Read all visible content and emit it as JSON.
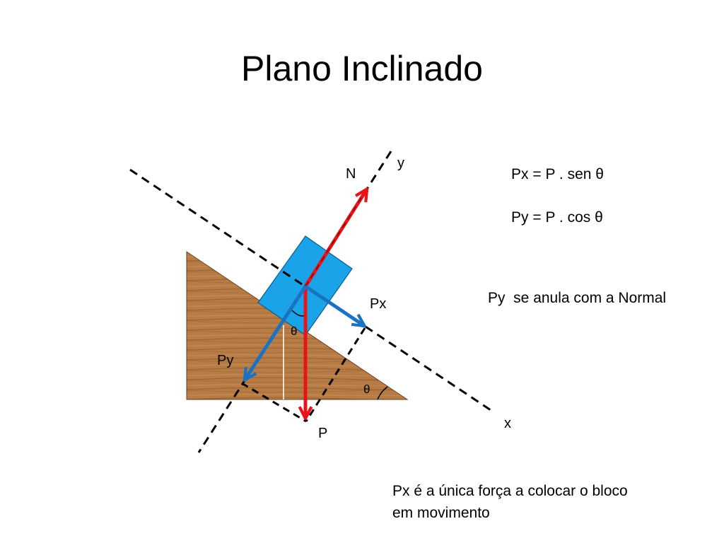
{
  "slide": {
    "title": "Plano Inclinado"
  },
  "diagram": {
    "labels": {
      "normal": "N",
      "y_axis": "y",
      "x_axis": "x",
      "px": "Px",
      "py": "Py",
      "weight": "P",
      "theta_block": "θ",
      "theta_base": "θ"
    },
    "colors": {
      "wood": "#b77c45",
      "wood_grain": "#8a5528",
      "block": "#1aa3e8",
      "block_edge": "#0a5f8c",
      "normal_arrow": "#e8141a",
      "weight_arrow": "#e8141a",
      "component_arrow": "#1a73c2",
      "axes": "#000000"
    }
  },
  "equations": {
    "px": "Px = P . sen θ",
    "py": "Py = P . cos θ"
  },
  "notes": {
    "normal_note": "Py  se anula com a Normal",
    "motion_line1": "Px é a única força a colocar o bloco",
    "motion_line2": "em movimento"
  }
}
